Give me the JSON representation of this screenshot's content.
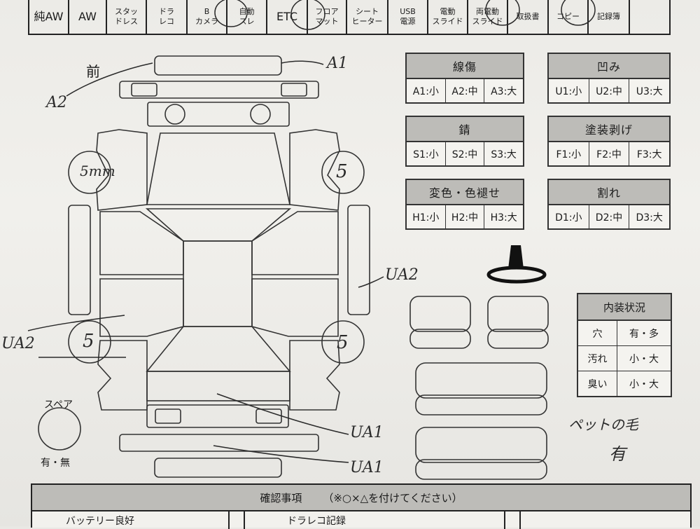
{
  "equipment_row": [
    {
      "label": "純AW",
      "width": 55,
      "big": true
    },
    {
      "label": "AW",
      "width": 52,
      "big": true
    },
    {
      "label": "スタッ\nドレス",
      "width": 55,
      "big": false
    },
    {
      "label": "ドラ\nレコ",
      "width": 56,
      "big": false
    },
    {
      "label": "B\nカメラ",
      "width": 55,
      "big": false
    },
    {
      "label": "自動\nスレ",
      "width": 55,
      "big": false
    },
    {
      "label": "ETC",
      "width": 56,
      "big": true
    },
    {
      "label": "フロア\nマット",
      "width": 54,
      "big": false
    },
    {
      "label": "シート\nヒーター",
      "width": 57,
      "big": false
    },
    {
      "label": "USB\n電源",
      "width": 55,
      "big": false
    },
    {
      "label": "電動\nスライド",
      "width": 55,
      "big": false
    },
    {
      "label": "両電動\nスライド",
      "width": 55,
      "big": false
    },
    {
      "label": "取扱書",
      "width": 56,
      "big": false
    },
    {
      "label": "コピー",
      "width": 55,
      "big": false
    },
    {
      "label": "記録簿",
      "width": 57,
      "big": false
    }
  ],
  "front_label": "前",
  "spare_label": "スペア",
  "spare_options": "有・無",
  "legends": [
    {
      "title": "線傷",
      "items": [
        "A1:小",
        "A2:中",
        "A3:大"
      ]
    },
    {
      "title": "凹み",
      "items": [
        "U1:小",
        "U2:中",
        "U3:大"
      ]
    },
    {
      "title": "錆",
      "items": [
        "S1:小",
        "S2:中",
        "S3:大"
      ]
    },
    {
      "title": "塗装剥げ",
      "items": [
        "F1:小",
        "F2:中",
        "F3:大"
      ]
    },
    {
      "title": "変色・色褪せ",
      "items": [
        "H1:小",
        "H2:中",
        "H3:大"
      ]
    },
    {
      "title": "割れ",
      "items": [
        "D1:小",
        "D2:中",
        "D3:大"
      ]
    }
  ],
  "interior": {
    "title": "内装状況",
    "rows": [
      {
        "key": "穴",
        "value": "有・多"
      },
      {
        "key": "汚れ",
        "value": "小・大"
      },
      {
        "key": "臭い",
        "value": "小・大"
      }
    ]
  },
  "handwritten": {
    "a1": "A1",
    "a2": "A2",
    "tire_fl": "5mm",
    "tire_fr": "5",
    "tire_rl": "5",
    "tire_rr": "5",
    "ua2_right": "UA2",
    "ua2_left": "UA2",
    "ua1_upper": "UA1",
    "ua1_lower": "UA1",
    "pet_note": "ペットの毛",
    "pet_note2": "有"
  },
  "confirm": {
    "title": "確認事項",
    "note": "（※○×△を付けてください）",
    "row_item1": "バッテリー良好",
    "row_item2": "ドラレコ記録"
  }
}
